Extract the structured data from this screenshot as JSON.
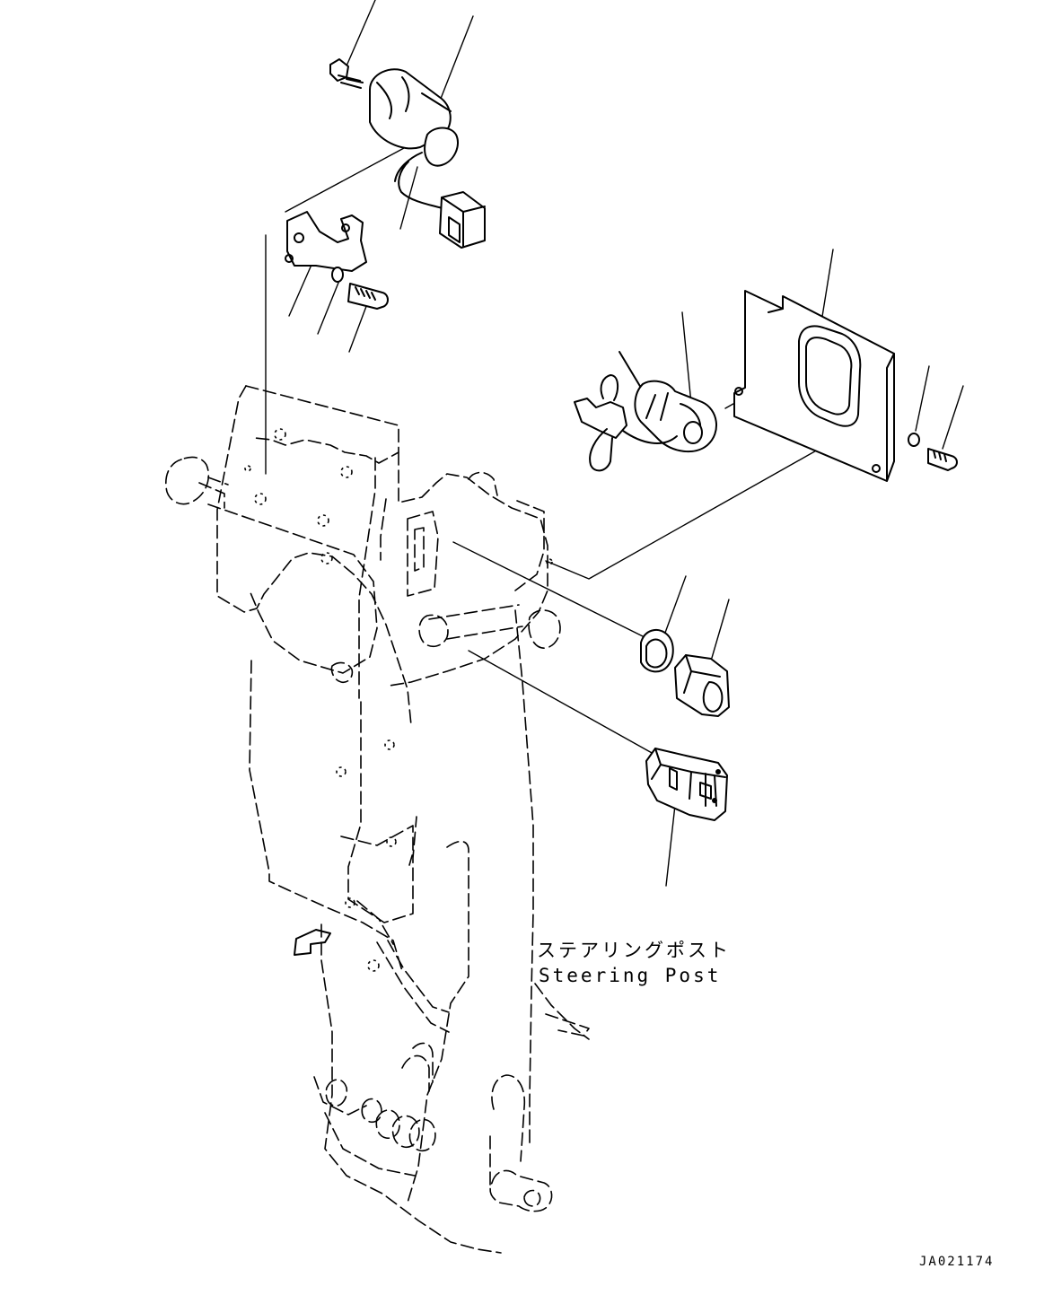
{
  "labels": {
    "steering_post_jp": "ステアリングポスト",
    "steering_post_en": "Steering Post",
    "drawing_code": "JA021174"
  }
}
